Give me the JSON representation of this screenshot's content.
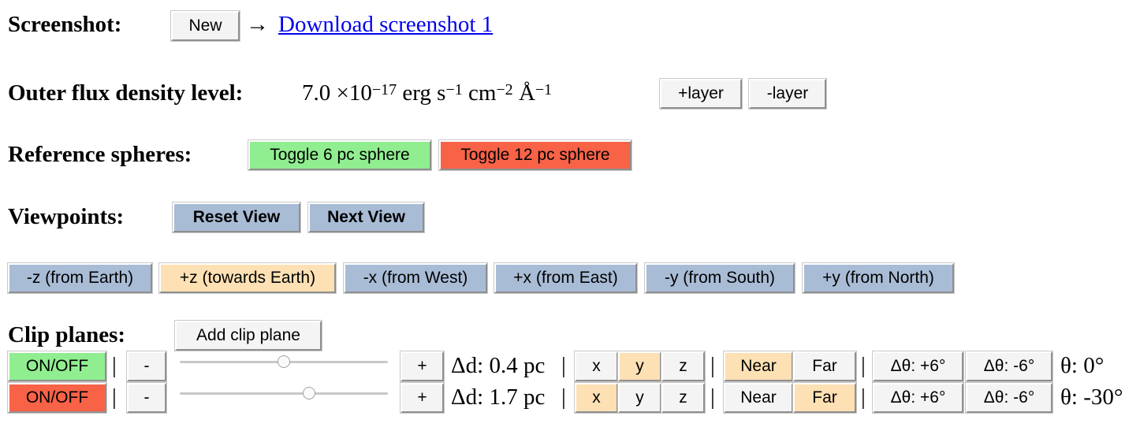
{
  "screenshot": {
    "label": "Screenshot:",
    "new_button": "New",
    "arrow": "→",
    "download_link": "Download screenshot 1"
  },
  "flux": {
    "label": "Outer flux density level:",
    "mantissa": "7.0 ×10",
    "exp": "−17",
    "unit1": " erg s",
    "unit1_exp": "−1",
    "unit2": " cm",
    "unit2_exp": "−2",
    "unit3": " Å",
    "unit3_exp": "−1",
    "add_layer": "+layer",
    "remove_layer": "-layer"
  },
  "spheres": {
    "label": "Reference spheres:",
    "toggle6": "Toggle 6 pc sphere",
    "toggle12": "Toggle 12 pc sphere"
  },
  "viewpoints": {
    "label": "Viewpoints:",
    "reset": "Reset View",
    "next": "Next View",
    "directions": [
      "-z (from Earth)",
      "+z (towards Earth)",
      "-x (from West)",
      "+x (from East)",
      "-y (from South)",
      "+y (from North)"
    ]
  },
  "clip": {
    "label": "Clip planes:",
    "add": "Add clip plane",
    "separator": "|",
    "rows": [
      {
        "onoff": "ON/OFF",
        "state": "on",
        "minus": "-",
        "plus": "+",
        "slider_value": 0.5,
        "delta": "Δd: 0.4 pc",
        "axes": [
          "x",
          "y",
          "z"
        ],
        "active_axis": "y",
        "near": "Near",
        "far": "Far",
        "active_side": "Near",
        "theta_up": "Δθ: +6°",
        "theta_down": "Δθ: -6°",
        "theta": "θ: 0°"
      },
      {
        "onoff": "ON/OFF",
        "state": "off",
        "minus": "-",
        "plus": "+",
        "slider_value": 0.62,
        "delta": "Δd: 1.7 pc",
        "axes": [
          "x",
          "y",
          "z"
        ],
        "active_axis": "x",
        "near": "Near",
        "far": "Far",
        "active_side": "Far",
        "theta_up": "Δθ: +6°",
        "theta_down": "Δθ: -6°",
        "theta": "θ: -30°"
      }
    ]
  },
  "colors": {
    "blue_button": "#a9bcd6",
    "peach_button": "#fde0b4",
    "green_toggle": "#90ee90",
    "red_toggle": "#f86247",
    "link": "#0000ee"
  }
}
